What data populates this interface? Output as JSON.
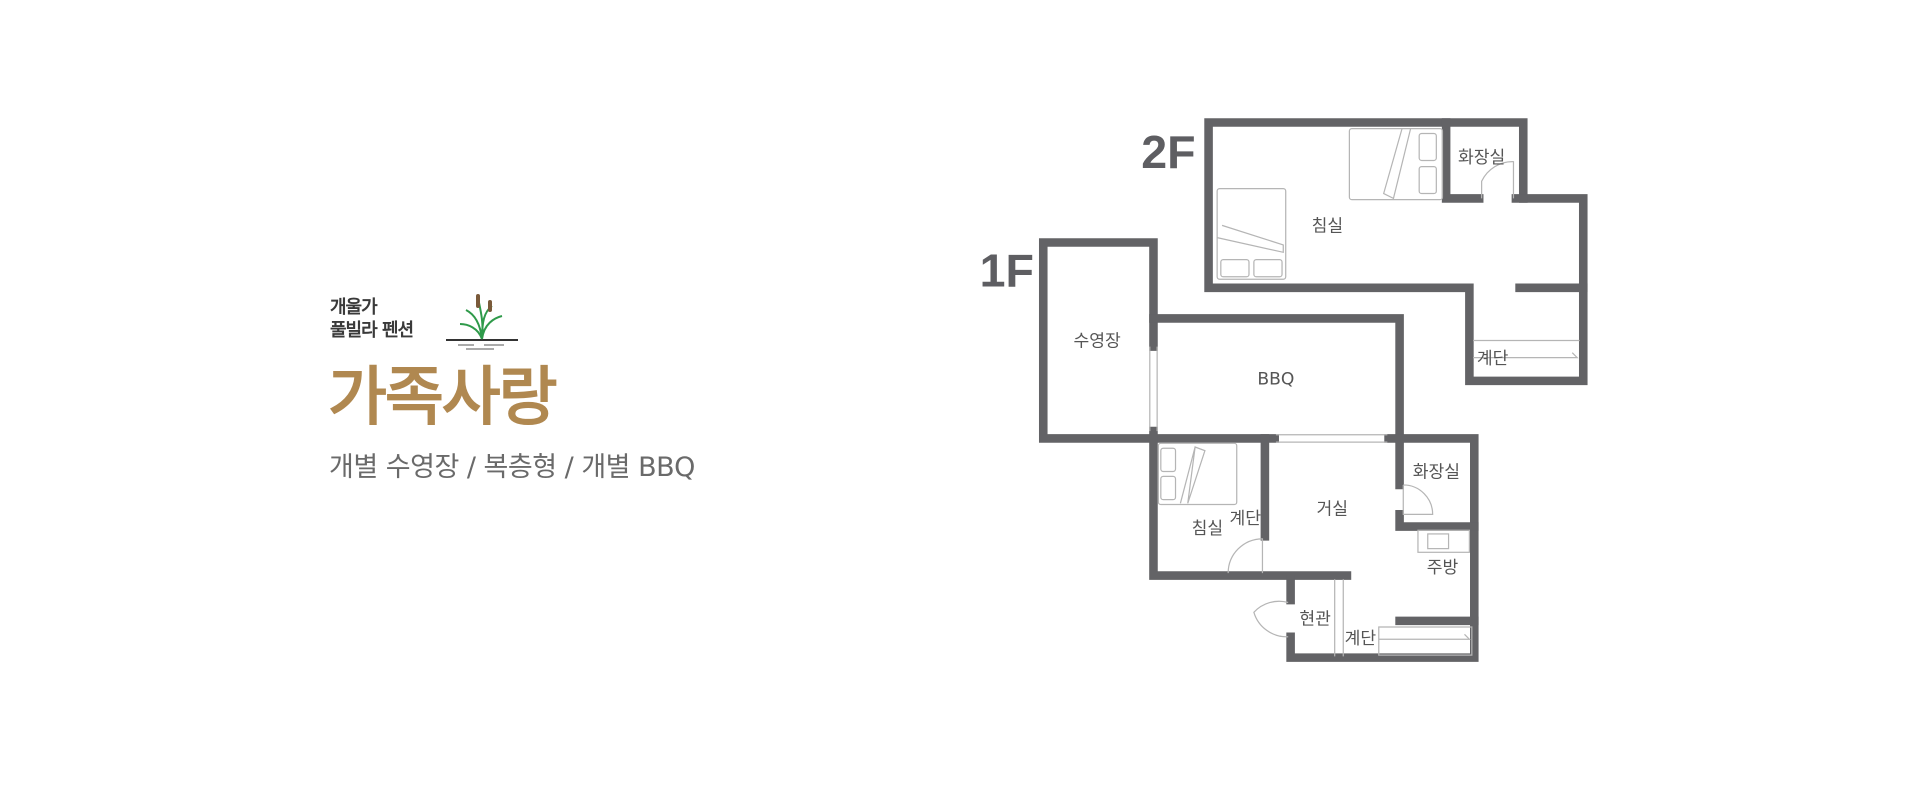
{
  "brand": {
    "line1": "개울가",
    "line2": "풀빌라 펜션",
    "logo_icon": "reed-water-icon"
  },
  "title": "가족사랑",
  "subtitle": "개별 수영장 / 복층형 / 개별 BBQ",
  "colors": {
    "title": "#b08850",
    "wall": "#636366",
    "text": "#555555"
  },
  "floorplan": {
    "floor2": {
      "label": "2F",
      "rooms": {
        "bedroom": "침실",
        "bathroom": "화장실",
        "stairs": "계단"
      }
    },
    "floor1": {
      "label": "1F",
      "rooms": {
        "pool": "수영장",
        "bbq": "BBQ",
        "bathroom": "화장실",
        "living": "거실",
        "bedroom": "침실",
        "stairs_bedroom": "계단",
        "kitchen": "주방",
        "entrance": "현관",
        "stairs": "계단"
      }
    }
  }
}
